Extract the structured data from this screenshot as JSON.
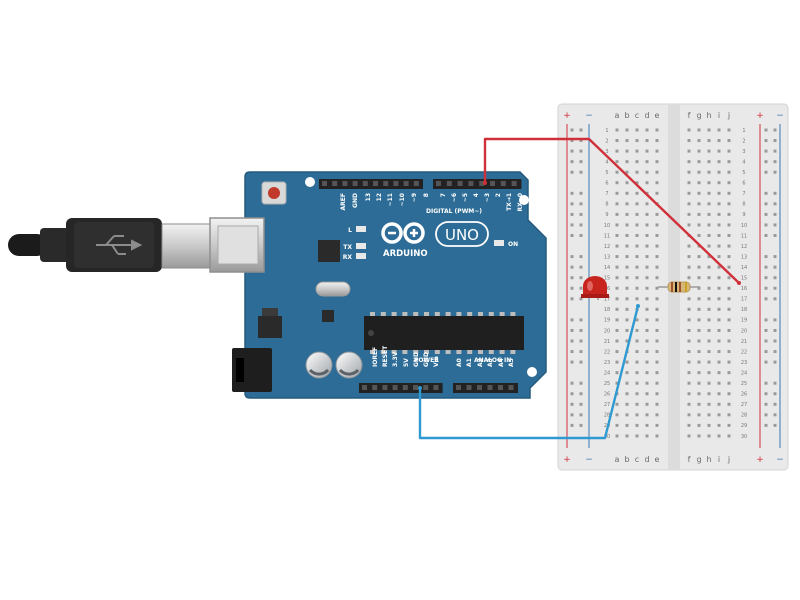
{
  "board": {
    "logo_text": "ARDUINO",
    "model": "UNO",
    "digital_label": "DIGITAL (PWM~)",
    "power_label": "POWER",
    "analog_label": "ANALOG IN",
    "on_label": "ON",
    "tx_label": "TX",
    "rx_label": "RX",
    "l_label": "L",
    "digital_pins": [
      "AREF",
      "GND",
      "13",
      "12",
      "~11",
      "~10",
      "~9",
      "8",
      "7",
      "~6",
      "~5",
      "4",
      "~3",
      "2",
      "TX→1",
      "RX←0"
    ],
    "power_pins": [
      "IOREF",
      "RESET",
      "3.3V",
      "5V",
      "GND",
      "GND",
      "Vin"
    ],
    "analog_pins": [
      "A0",
      "A1",
      "A2",
      "A3",
      "A4",
      "A5"
    ]
  },
  "breadboard": {
    "col_left": [
      "a",
      "b",
      "c",
      "d",
      "e"
    ],
    "col_right": [
      "f",
      "g",
      "h",
      "i",
      "j"
    ],
    "rail_plus": "+",
    "rail_minus": "−",
    "rows": 30
  },
  "colors": {
    "board": "#2d6c96",
    "wire_red": "#d0303a",
    "wire_blue": "#2f9ad1",
    "led": "#c8241e",
    "breadboard": "#e9e9e9"
  }
}
